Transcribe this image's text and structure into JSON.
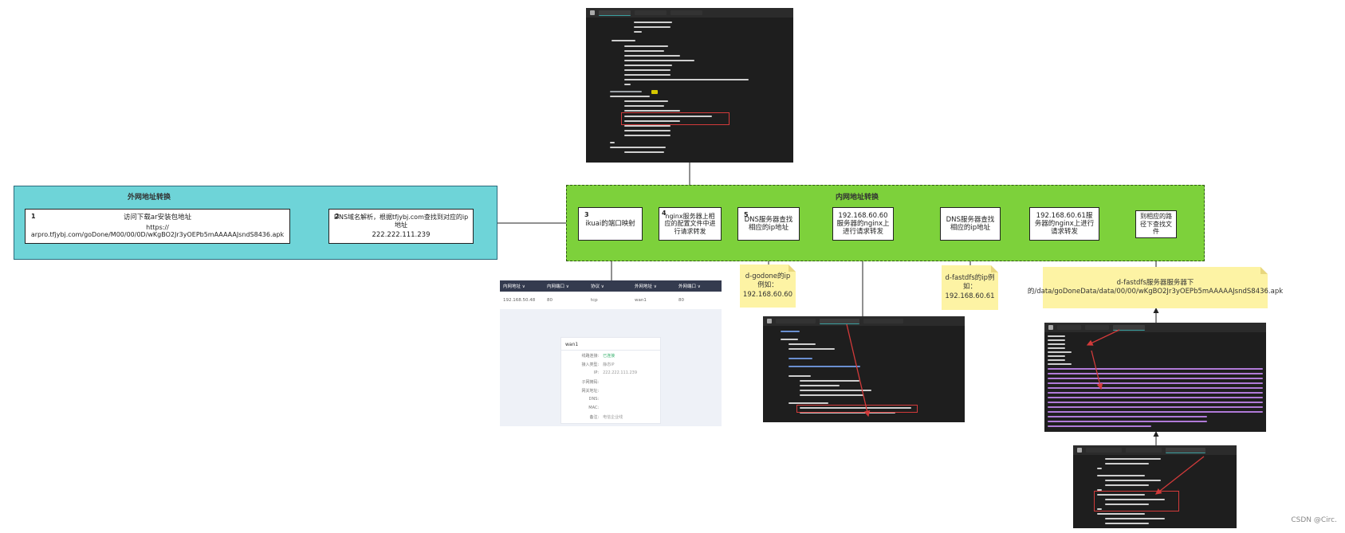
{
  "external_panel": {
    "title": "外网地址转换",
    "step1": {
      "num": "1",
      "line1": "访问下载ar安装包地址",
      "line2": "https:// arpro.tfjybj.com/goDone/M00/00/0D/wKgBO2Jr3yOEPb5mAAAAAJsndS8436.apk"
    },
    "step2": {
      "num": "2",
      "line1": "DNS域名解析，根据tfjybj.com查找到对应的ip地址",
      "line2": "222.222.111.239"
    }
  },
  "internal_panel": {
    "title": "内网地址转换",
    "nodes": [
      {
        "num": "3",
        "text": "ikuai的端口映射"
      },
      {
        "num": "4",
        "text": "nginx服务器上相应的配置文件中进行请求转发"
      },
      {
        "num": "5",
        "text": "DNS服务器查找相应的ip地址"
      },
      {
        "num": "",
        "text": "192.168.60.60服务器的nginx上进行请求转发"
      },
      {
        "num": "",
        "text": "DNS服务器查找相应的ip地址"
      },
      {
        "num": "",
        "text": "192.168.60.61服务器的nginx上进行请求转发"
      },
      {
        "num": "",
        "text": "到相应的路径下查找文件"
      }
    ]
  },
  "notes": {
    "godone": "d-godone的ip例如：192.168.60.60",
    "fastdfs_ip": "d-fastdfs的ip例如：192.168.60.61",
    "fastdfs_path": "d-fastdfs服务器服务器下的/data/goDoneData/data/00/00/wKgBO2Jr3yOEPb5mAAAAAJsndS8436.apk"
  },
  "ikuai_table": {
    "headers": [
      "内网地址 ∨",
      "内网端口 ∨",
      "协议 ∨",
      "外网地址 ∨",
      "外网端口 ∨"
    ],
    "row": [
      "192.168.50.48",
      "80",
      "tcp",
      "wan1",
      "80"
    ]
  },
  "wan_card": {
    "title": "wan1",
    "rows": [
      {
        "k": "线路连接:",
        "v": "已连接"
      },
      {
        "k": "接入类型:",
        "v": "静态IP"
      },
      {
        "k": "IP:",
        "v": "222.222.111.239"
      },
      {
        "k": "子网掩码:",
        "v": ""
      },
      {
        "k": "网关地址:",
        "v": ""
      },
      {
        "k": "DNS:",
        "v": ""
      },
      {
        "k": "MAC:",
        "v": ""
      },
      {
        "k": "备注:",
        "v": "电信企业线"
      }
    ]
  },
  "watermark": "CSDN @Circ.",
  "colors": {
    "external_bg": "#6ed4d8",
    "internal_bg": "#7dd13b",
    "note_bg": "#fdf3a4",
    "terminal_bg": "#1e1e1e",
    "highlight_red": "#d23a3a"
  }
}
